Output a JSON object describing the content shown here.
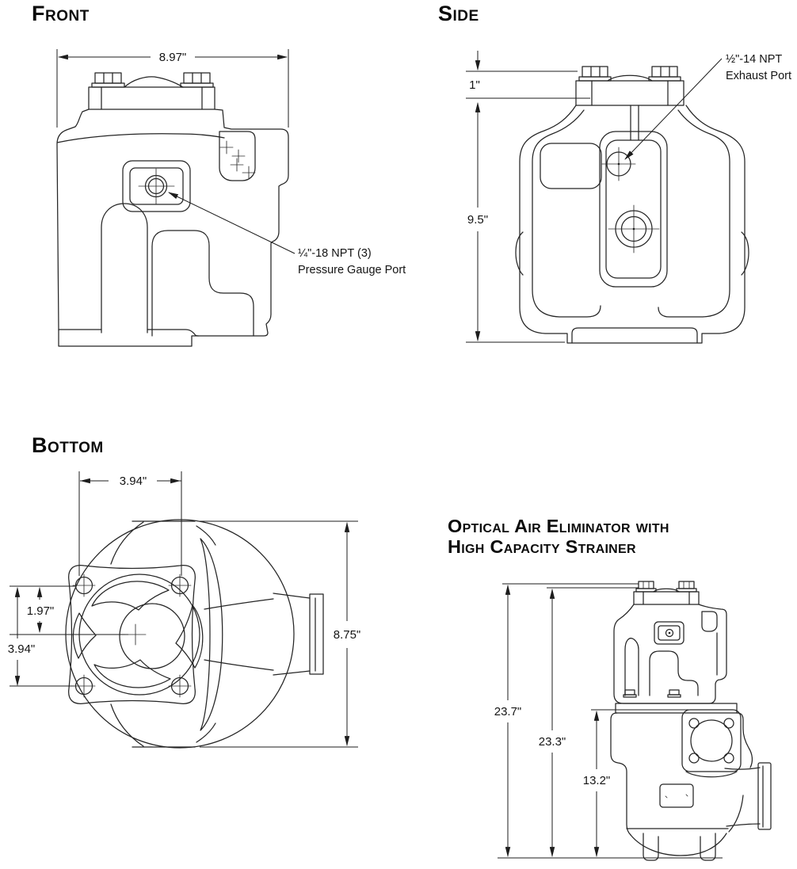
{
  "page": {
    "background": "#ffffff",
    "ink": "#1d1d1d"
  },
  "views": {
    "front": {
      "title": "Front",
      "width_dim": "8.97\"",
      "port_callout_line1": "¼\"-18 NPT (3)",
      "port_callout_line2": "Pressure Gauge Port"
    },
    "side": {
      "title": "Side",
      "top_dim": "1\"",
      "height_dim": "9.5\"",
      "exhaust_callout_line1": "½\"-14 NPT",
      "exhaust_callout_line2": "Exhaust Port"
    },
    "bottom": {
      "title": "Bottom",
      "bolt_spacing_horizontal": "3.94\"",
      "center_to_bolt": "1.97\"",
      "bolt_spacing_vertical": "3.94\"",
      "overall_height": "8.75\""
    },
    "assembly": {
      "title_line1": "Optical Air Eliminator with",
      "title_line2": "High Capacity Strainer",
      "overall_height": "23.7\"",
      "flange_height": "23.3\"",
      "strainer_height": "13.2\""
    }
  }
}
